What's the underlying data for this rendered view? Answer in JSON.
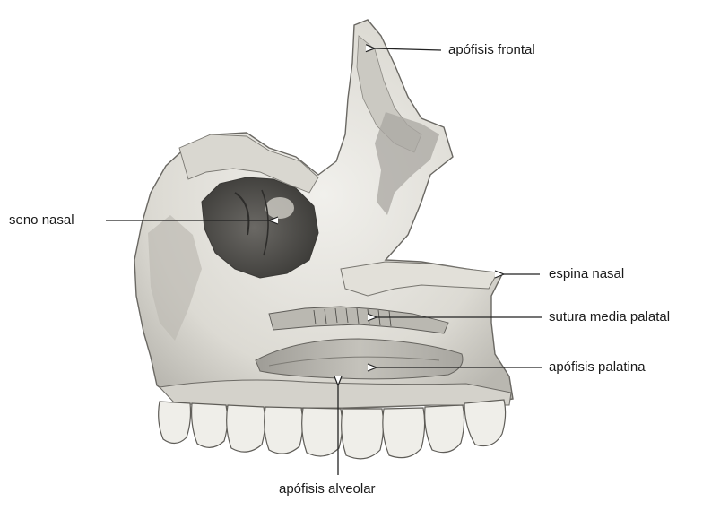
{
  "figure": {
    "subject": "maxilla-bone-illustration",
    "labels": {
      "frontal": "apófisis frontal",
      "sinus": "seno nasal",
      "spine": "espina nasal",
      "suture": "sutura media palatal",
      "palatine": "apófisis palatina",
      "alveolar": "apófisis alveolar"
    }
  },
  "colors": {
    "bone_light": "#ecebe6",
    "bone_mid": "#cfcdc6",
    "bone_shadow": "#8e8c86",
    "sinus_dark": "#4a4845",
    "outline": "#6a6863",
    "label": "#1a1a1a"
  }
}
